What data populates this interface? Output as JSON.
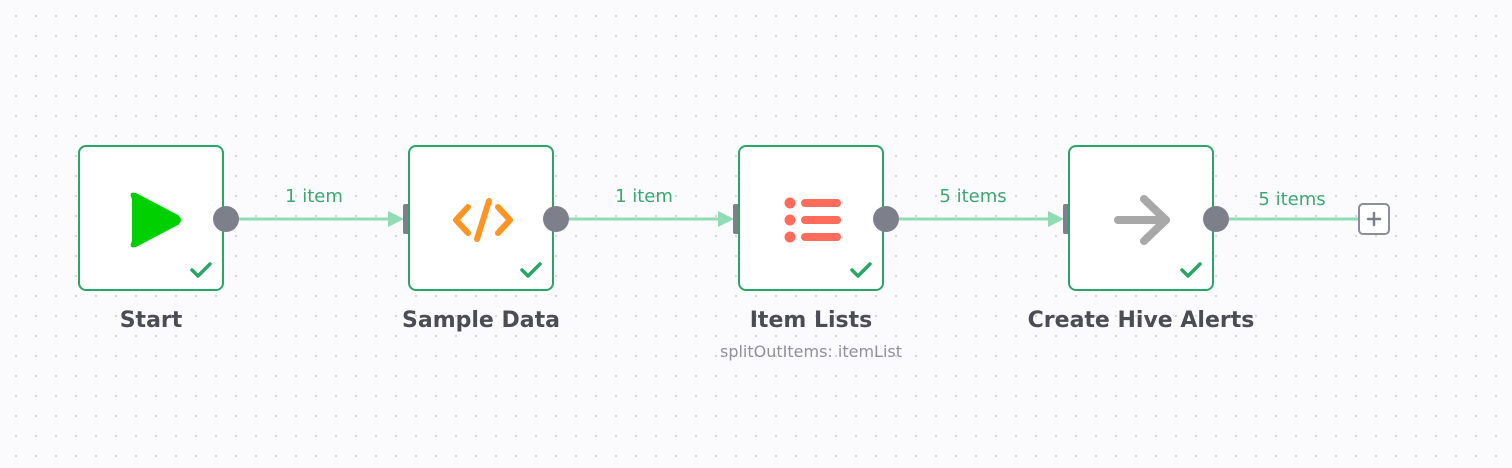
{
  "nodes": [
    {
      "title": "Start",
      "subtitle": "",
      "icon": "play-icon",
      "status": "success"
    },
    {
      "title": "Sample Data",
      "subtitle": "",
      "icon": "code-icon",
      "status": "success"
    },
    {
      "title": "Item Lists",
      "subtitle": "splitOutItems: itemList",
      "icon": "list-icon",
      "status": "success"
    },
    {
      "title": "Create Hive Alerts",
      "subtitle": "",
      "icon": "arrow-right-icon",
      "status": "success"
    }
  ],
  "connections": [
    {
      "label": "1 item"
    },
    {
      "label": "1 item"
    },
    {
      "label": "5 items"
    },
    {
      "label": "5 items"
    }
  ],
  "colors": {
    "node_border": "#29a566",
    "edge": "#8fdcb5",
    "edge_label": "#3aa772",
    "port": "#7d808a",
    "play": "#00d000",
    "code": "#ff9422",
    "list": "#ff6c5c",
    "arrow": "#a8a8a8",
    "check": "#29a566"
  }
}
